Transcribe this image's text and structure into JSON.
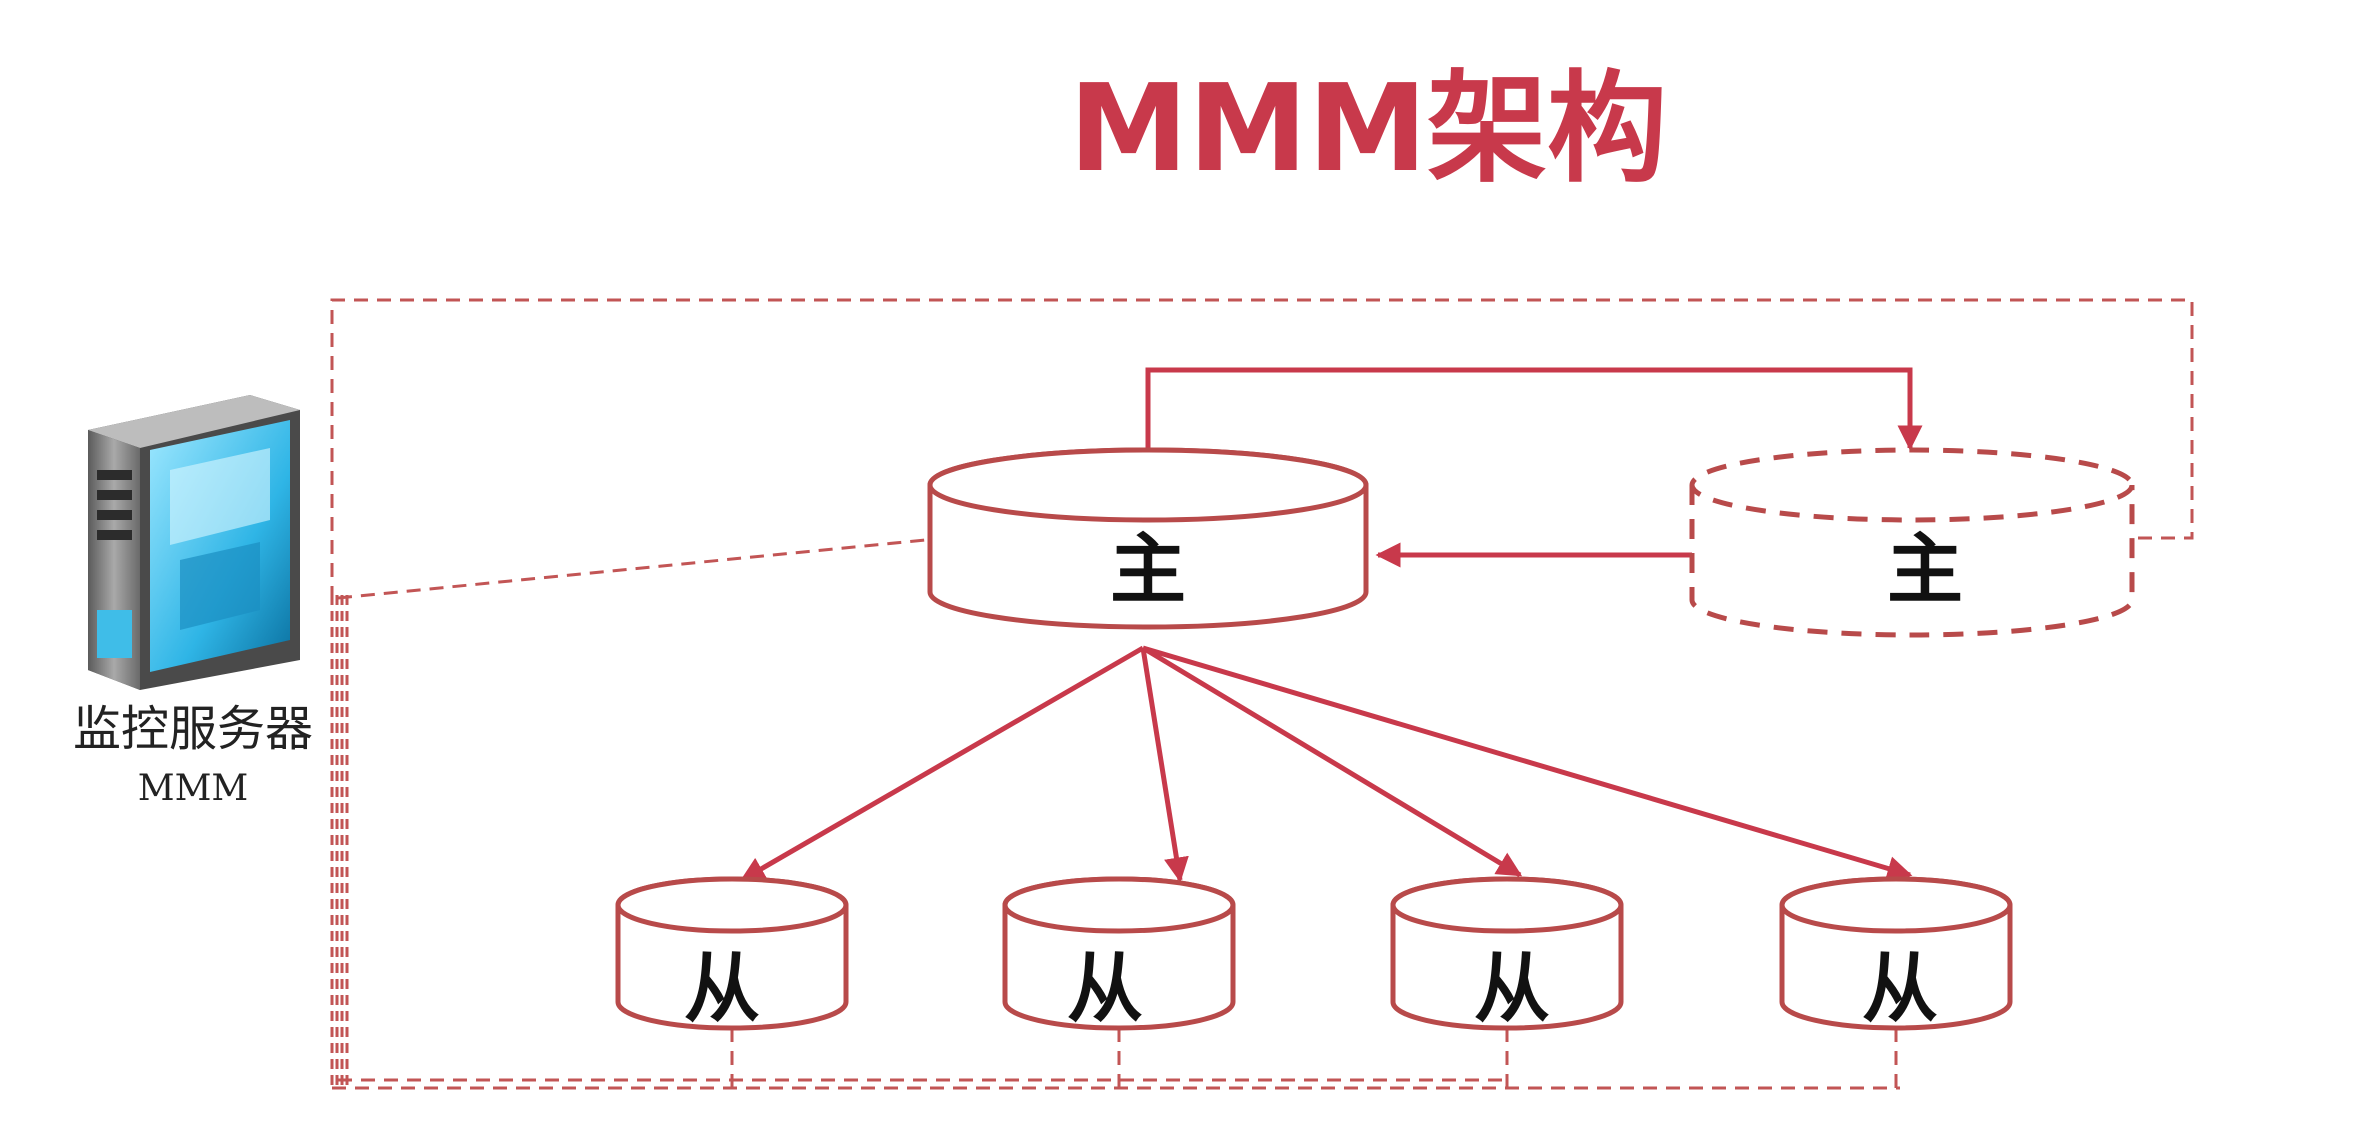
{
  "title": "MMM架构",
  "monitor": {
    "label": "监控服务器",
    "sublabel": "MMM",
    "icon": "server-tower-icon"
  },
  "primary_master": {
    "label": "主"
  },
  "standby_master": {
    "label": "主",
    "style": "dashed"
  },
  "slaves": [
    {
      "label": "从"
    },
    {
      "label": "从"
    },
    {
      "label": "从"
    },
    {
      "label": "从"
    }
  ],
  "colors": {
    "accent": "#c8394b",
    "outline": "#b84a4a",
    "monitor_line": "#c25555"
  }
}
